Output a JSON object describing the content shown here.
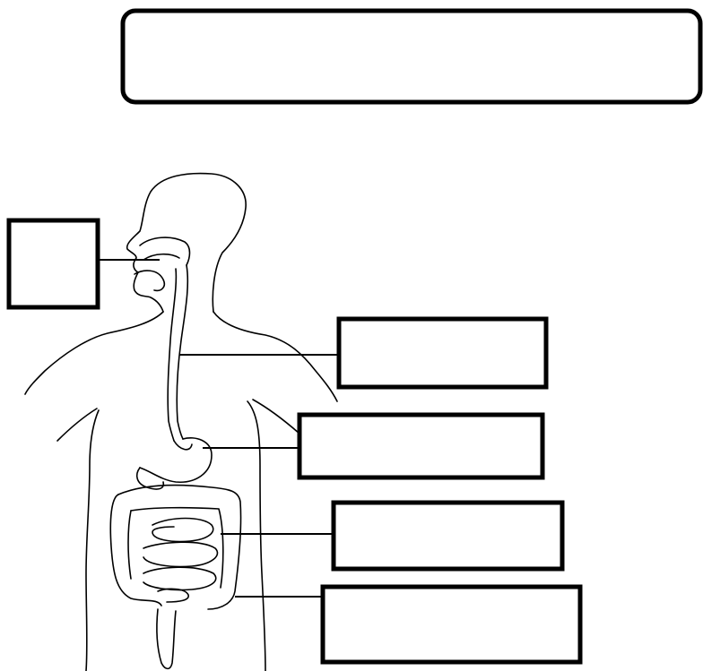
{
  "worksheet": {
    "title_box": {
      "text": ""
    },
    "label_boxes": [
      {
        "id": "mouth",
        "text": ""
      },
      {
        "id": "esophagus",
        "text": ""
      },
      {
        "id": "stomach",
        "text": ""
      },
      {
        "id": "small-intestine",
        "text": ""
      },
      {
        "id": "large-intestine",
        "text": ""
      }
    ]
  },
  "colors": {
    "ink": "#000000",
    "paper": "#ffffff"
  }
}
